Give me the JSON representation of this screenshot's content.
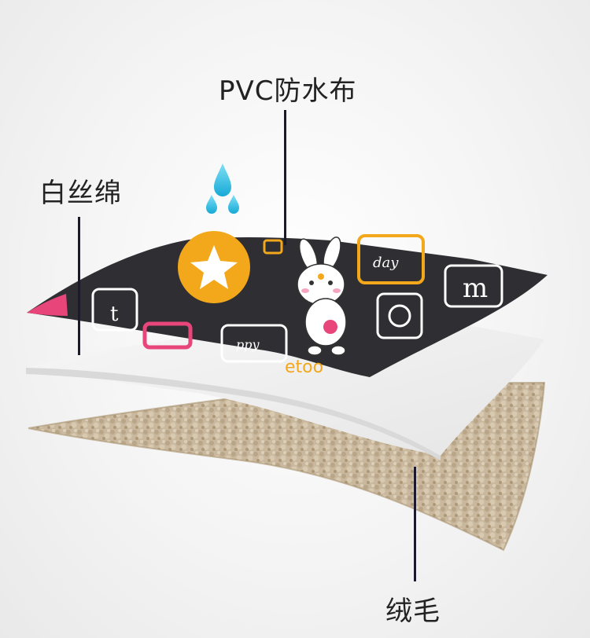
{
  "labels": {
    "pvc": "PVC防水布",
    "cotton": "白丝绵",
    "plush": "绒毛"
  },
  "fabric_print": {
    "letter_t": "t",
    "letter_m": "m",
    "letter_o": "o",
    "word_day": "day",
    "word_ppy": "ppy",
    "word_etoo": "etoo"
  },
  "colors": {
    "pvc": "#2f2f33",
    "cotton": "#f1f1f1",
    "plush": "#c7b59b",
    "drop": "#2bbde0",
    "accent_yellow": "#f3a81c",
    "accent_pink": "#e8457a",
    "leader": "#1a1a2e"
  },
  "icons": [
    "water-drop-icon",
    "star-icon",
    "bunny-icon"
  ]
}
